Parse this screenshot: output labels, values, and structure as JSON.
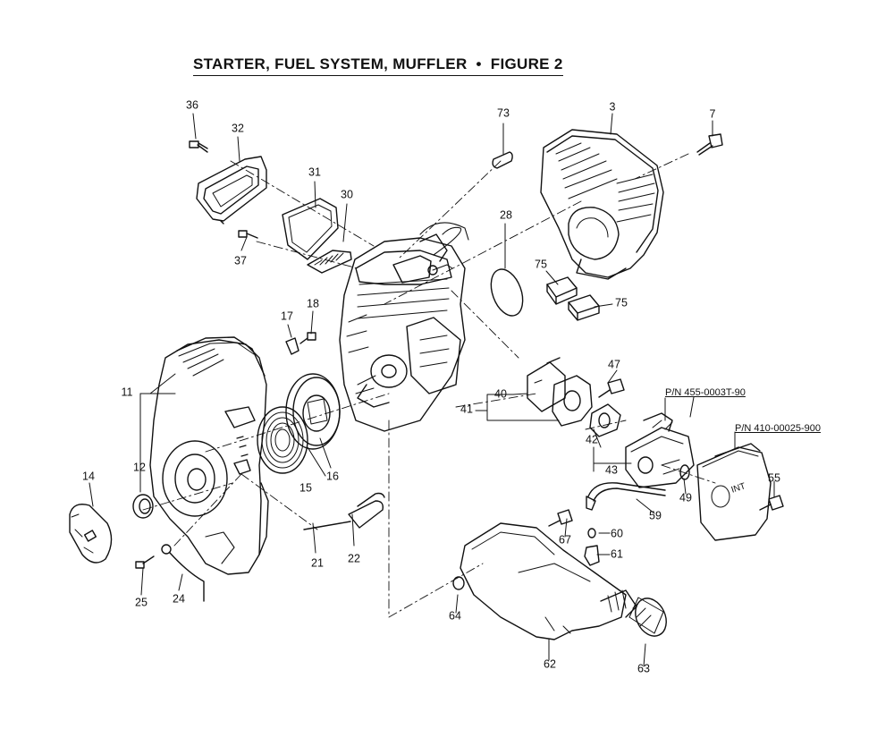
{
  "title": {
    "left": "STARTER, FUEL SYSTEM, MUFFLER",
    "separator": "•",
    "right": "FIGURE 2"
  },
  "part_numbers": {
    "carburetor": "P/N 455-0003T-90",
    "air_cleaner": "P/N 410-00025-900"
  },
  "callouts": {
    "c3": "3",
    "c7": "7",
    "c11": "11",
    "c12": "12",
    "c14": "14",
    "c15": "15",
    "c16": "16",
    "c17": "17",
    "c18": "18",
    "c21": "21",
    "c22": "22",
    "c24": "24",
    "c25": "25",
    "c28": "28",
    "c30": "30",
    "c31": "31",
    "c32": "32",
    "c36": "36",
    "c37": "37",
    "c40": "40",
    "c41": "41",
    "c42": "42",
    "c43": "43",
    "c47": "47",
    "c49": "49",
    "c55": "55",
    "c59": "59",
    "c60": "60",
    "c61": "61",
    "c62": "62",
    "c63": "63",
    "c64": "64",
    "c67": "67",
    "c73": "73",
    "c75a": "75",
    "c75b": "75"
  },
  "air_cleaner_marking": "INT"
}
